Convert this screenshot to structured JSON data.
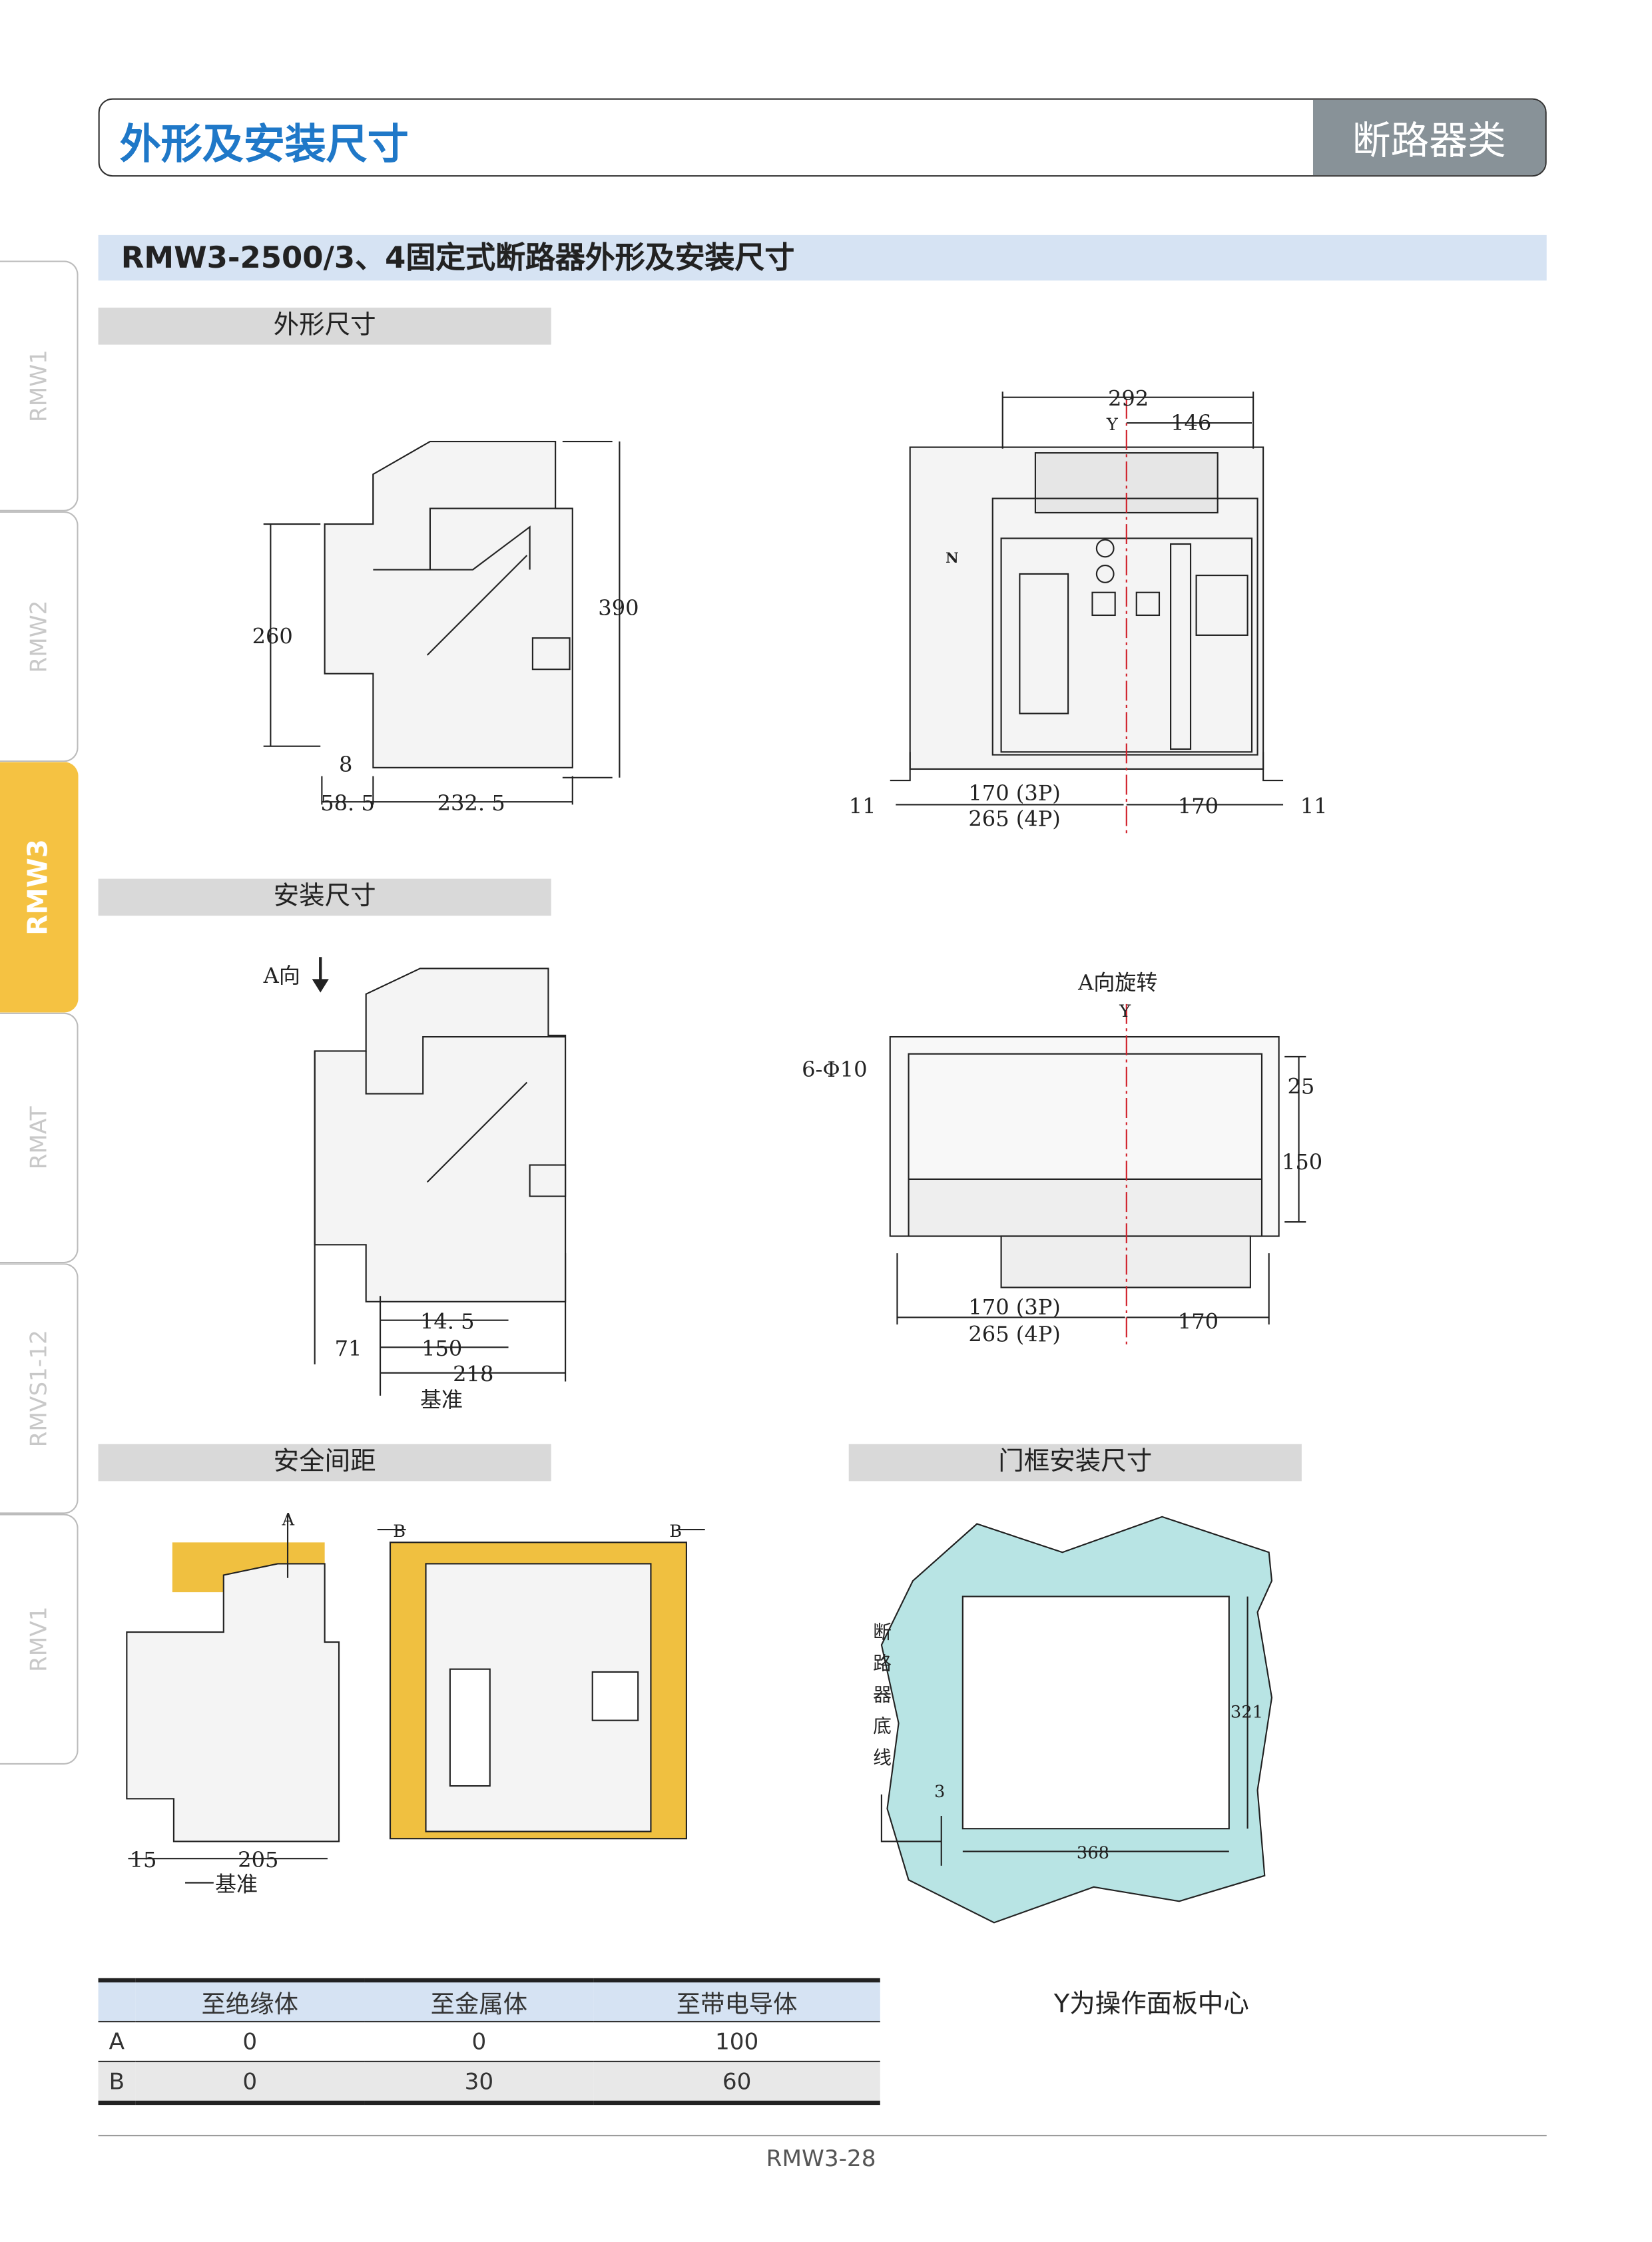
{
  "header": {
    "title": "外形及安装尺寸",
    "category": "断路器类"
  },
  "section_title": "RMW3-2500/3、4固定式断路器外形及安装尺寸",
  "side_tabs": [
    {
      "label": "RMW1"
    },
    {
      "label": "RMW2"
    },
    {
      "label": "RMW3",
      "active": true
    },
    {
      "label": "RMAT"
    },
    {
      "label": "RMVS1-12"
    },
    {
      "label": "RMV1"
    }
  ],
  "subheaders": {
    "outline": "外形尺寸",
    "install": "安装尺寸",
    "clearance": "安全间距",
    "door": "门框安装尺寸"
  },
  "outline_side": {
    "h260": "260",
    "h390": "390",
    "d8": "8",
    "d58": "58. 5",
    "d232": "232. 5"
  },
  "outline_front": {
    "w292": "292",
    "y": "Y",
    "w146": "146",
    "n": "N",
    "l11": "11",
    "w3p": "170 (3P)",
    "w4p": "265 (4P)",
    "w170": "170",
    "r11": "11"
  },
  "install_side": {
    "dir": "A向",
    "d14": "14. 5",
    "d71": "71",
    "d150": "150",
    "d218": "218",
    "ref": "基准"
  },
  "install_top": {
    "title": "A向旋转",
    "y": "Y",
    "holes": "6-Φ10",
    "d25": "25",
    "d150": "150",
    "w3p": "170 (3P)",
    "w4p": "265 (4P)",
    "w170": "170"
  },
  "clearance": {
    "a": "A",
    "b1": "B",
    "b2": "B",
    "d15": "15",
    "d205": "205",
    "ref": "基准"
  },
  "door": {
    "baseline": "断路器底线",
    "d3": "3",
    "h321": "321",
    "w368": "368"
  },
  "clearance_table": {
    "headers": [
      "",
      "至绝缘体",
      "至金属体",
      "至带电导体"
    ],
    "rows": [
      [
        "A",
        "0",
        "0",
        "100"
      ],
      [
        "B",
        "0",
        "30",
        "60"
      ]
    ]
  },
  "note": "Y为操作面板中心",
  "footer": {
    "page": "RMW3-28"
  },
  "colors": {
    "accent": "#1f78c8",
    "active_tab": "#f5c242",
    "clearance_zone": "#f0c040",
    "door_fill": "#b8e4e4",
    "center_line": "#d0202a"
  }
}
